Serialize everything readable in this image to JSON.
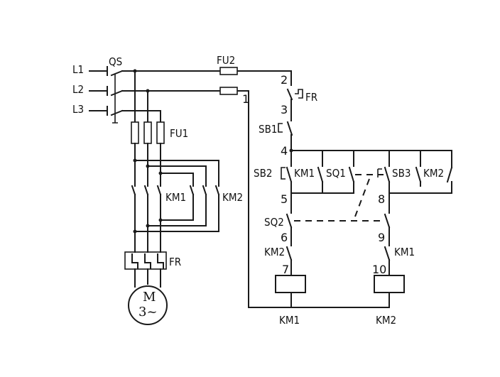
{
  "power_circuit": {
    "phase_labels": [
      "L1",
      "L2",
      "L3"
    ],
    "isolator": "QS",
    "main_fuses": "FU1",
    "forward_contactor": "KM1",
    "reverse_contactor": "KM2",
    "overload_relay": "FR",
    "motor": {
      "line1": "M",
      "line2": "3~"
    }
  },
  "control_circuit": {
    "control_fuse": "FU2",
    "overload_contact": "FR",
    "stop_button": "SB1",
    "forward_start": "SB2",
    "forward_hold": "KM1",
    "forward_limit": "SQ1",
    "reverse_start": "SB3",
    "reverse_hold": "KM2",
    "reverse_limit": "SQ2",
    "forward_interlock": "KM2",
    "reverse_interlock": "KM1",
    "forward_coil": "KM1",
    "reverse_coil": "KM2",
    "nodes": {
      "n1": "1",
      "n2": "2",
      "n3": "3",
      "n4": "4",
      "n5": "5",
      "n6": "6",
      "n7": "7",
      "n8": "8",
      "n9": "9",
      "n10": "10"
    }
  }
}
